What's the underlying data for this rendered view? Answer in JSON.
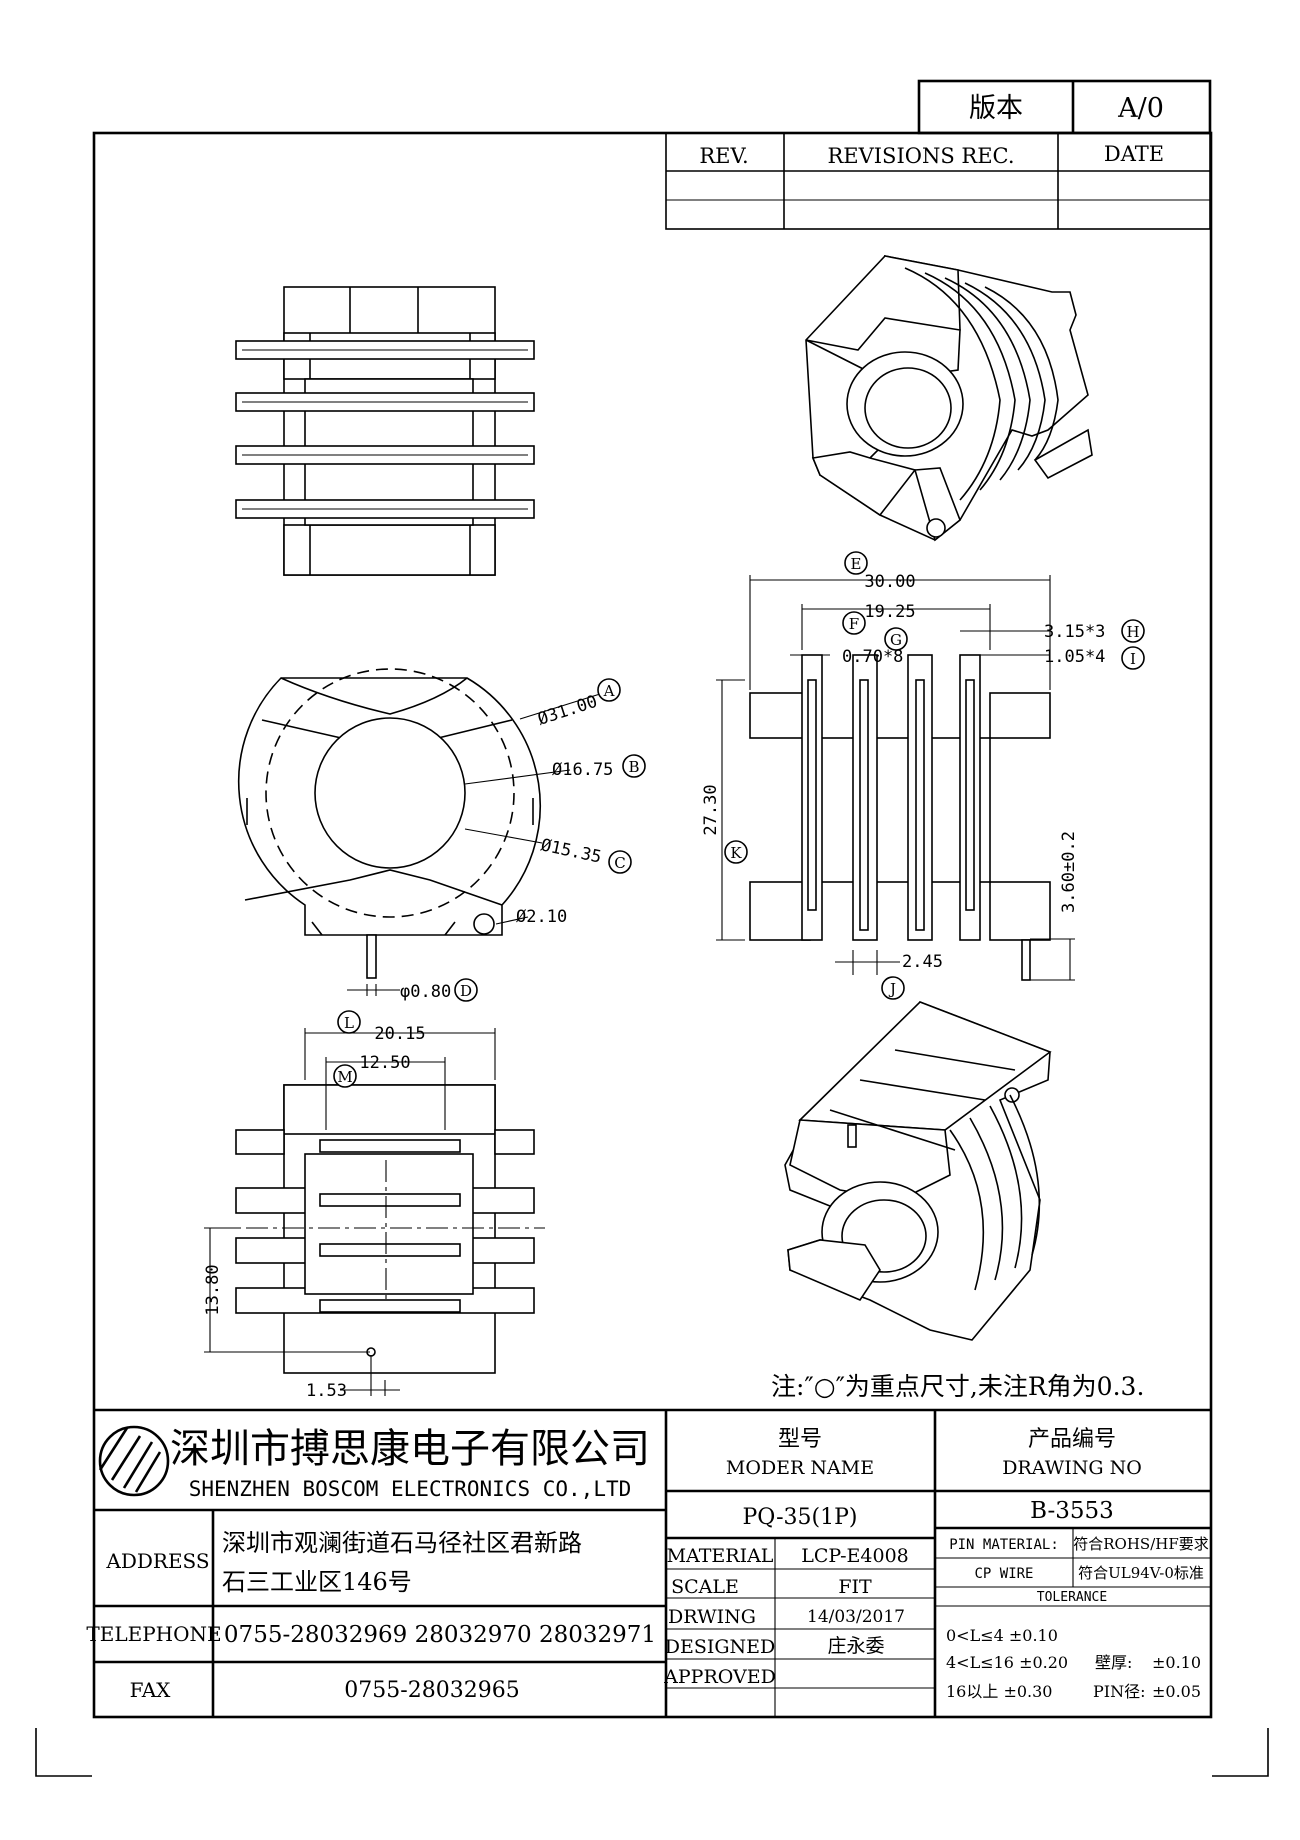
{
  "version_box": {
    "label": "版本",
    "value": "A/0"
  },
  "revision_table": {
    "headers": [
      "REV.",
      "REVISIONS REC.",
      "DATE"
    ],
    "rows": [
      [
        "",
        "",
        ""
      ],
      [
        "",
        "",
        ""
      ]
    ]
  },
  "dimensions": {
    "E": "30.00",
    "F": "19.25",
    "G": "0.70*8",
    "H": "3.15*3",
    "I": "1.05*4",
    "K": "27.30",
    "pin_height": "3.60±0.2",
    "J": "2.45",
    "A": "Ø31.00",
    "B": "Ø16.75",
    "C": "Ø15.35",
    "hole": "Ø2.10",
    "D": "φ0.80",
    "L": "20.15",
    "M": "12.50",
    "pitch": "13.80",
    "offset": "1.53"
  },
  "callouts": [
    "A",
    "B",
    "C",
    "D",
    "E",
    "F",
    "G",
    "H",
    "I",
    "J",
    "K",
    "L",
    "M"
  ],
  "note": "注:″○″为重点尺寸,未注R角为0.3.",
  "company": {
    "name_cn": "深圳市搏思康电子有限公司",
    "name_en": "SHENZHEN BOSCOM ELECTRONICS CO.,LTD",
    "logo_icon": "boscom-logo-icon"
  },
  "contact": {
    "address_label": "ADDRESS",
    "address_line1": "深圳市观澜街道石马径社区君新路",
    "address_line2": "石三工业区146号",
    "telephone_label": "TELEPHONE",
    "telephone": "0755-28032969 28032970 28032971",
    "fax_label": "FAX",
    "fax": "0755-28032965"
  },
  "title_block": {
    "model_label_cn": "型号",
    "model_label_en": "MODER NAME",
    "model_value": "PQ-35(1P)",
    "drawing_label_cn": "产品编号",
    "drawing_label_en": "DRAWING NO",
    "drawing_value": "B-3553",
    "rows": [
      {
        "label": "MATERIAL",
        "value": "LCP-E4008"
      },
      {
        "label": "SCALE",
        "value": "FIT"
      },
      {
        "label": "DRWING",
        "value": "14/03/2017"
      },
      {
        "label": "DESIGNED",
        "value": "庄永委"
      },
      {
        "label": "APPROVED",
        "value": ""
      }
    ],
    "pin_material_label": "PIN MATERIAL:",
    "cp_wire_label": "CP WIRE",
    "rohs": "符合ROHS/HF要求",
    "ul": "符合UL94V-0标准",
    "tolerance_title": "TOLERANCE",
    "tol_1": "0<L≤4  ±0.10",
    "tol_2": "4<L≤16  ±0.20",
    "tol_3": "16以上     ±0.30",
    "wall_label": "壁厚:",
    "wall_value": "±0.10",
    "pin_dia_label": "PIN径:",
    "pin_dia_value": "±0.05"
  }
}
